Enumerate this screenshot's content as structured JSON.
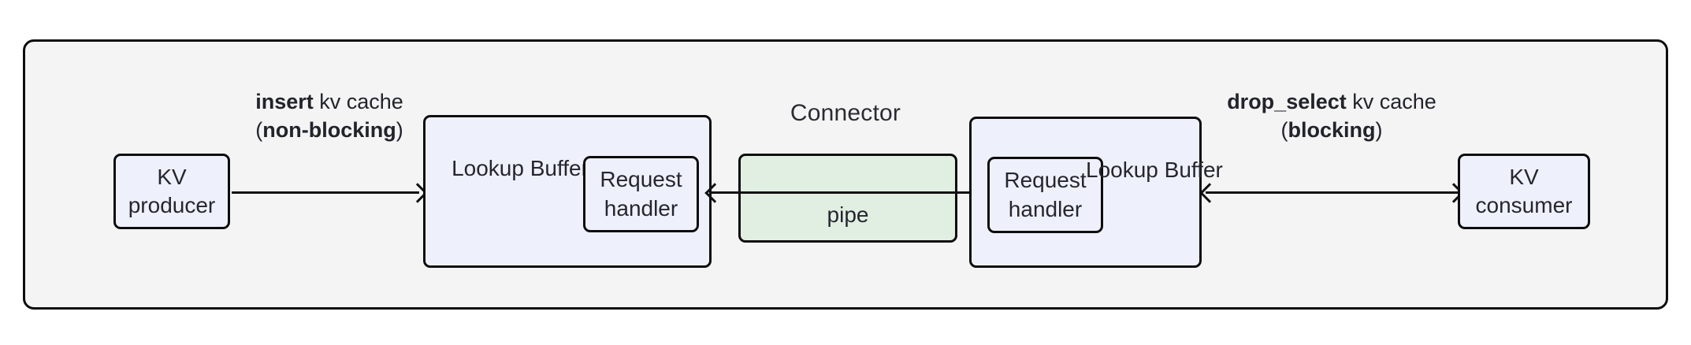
{
  "diagram": {
    "title": "Connector",
    "colors": {
      "container_bg": "#f4f4f4",
      "node_bg": "#eef1fb",
      "pipe_bg": "#e1efe3",
      "stroke": "#0d0d0d",
      "text": "#25262e"
    },
    "nodes": {
      "kv_producer": {
        "line1": "KV",
        "line2": "producer"
      },
      "kv_consumer": {
        "line1": "KV",
        "line2": "consumer"
      },
      "lookup_buffer_left": {
        "line1": "Lookup",
        "line2": "Buffer"
      },
      "lookup_buffer_right": {
        "line1": "Lookup",
        "line2": "Buffer"
      },
      "request_handler_left": {
        "line1": "Request",
        "line2": "handler"
      },
      "request_handler_right": {
        "line1": "Request",
        "line2": "handler"
      },
      "pipe": {
        "label": "pipe"
      }
    },
    "edges": {
      "insert": {
        "line1_strong": "insert",
        "line1_rest": " kv cache",
        "line2_open": "(",
        "line2_strong": "non-blocking",
        "line2_close": ")"
      },
      "drop_select": {
        "line1_strong": "drop_select",
        "line1_rest": " kv cache",
        "line2_open": "(",
        "line2_strong": "blocking",
        "line2_close": ")"
      }
    }
  }
}
